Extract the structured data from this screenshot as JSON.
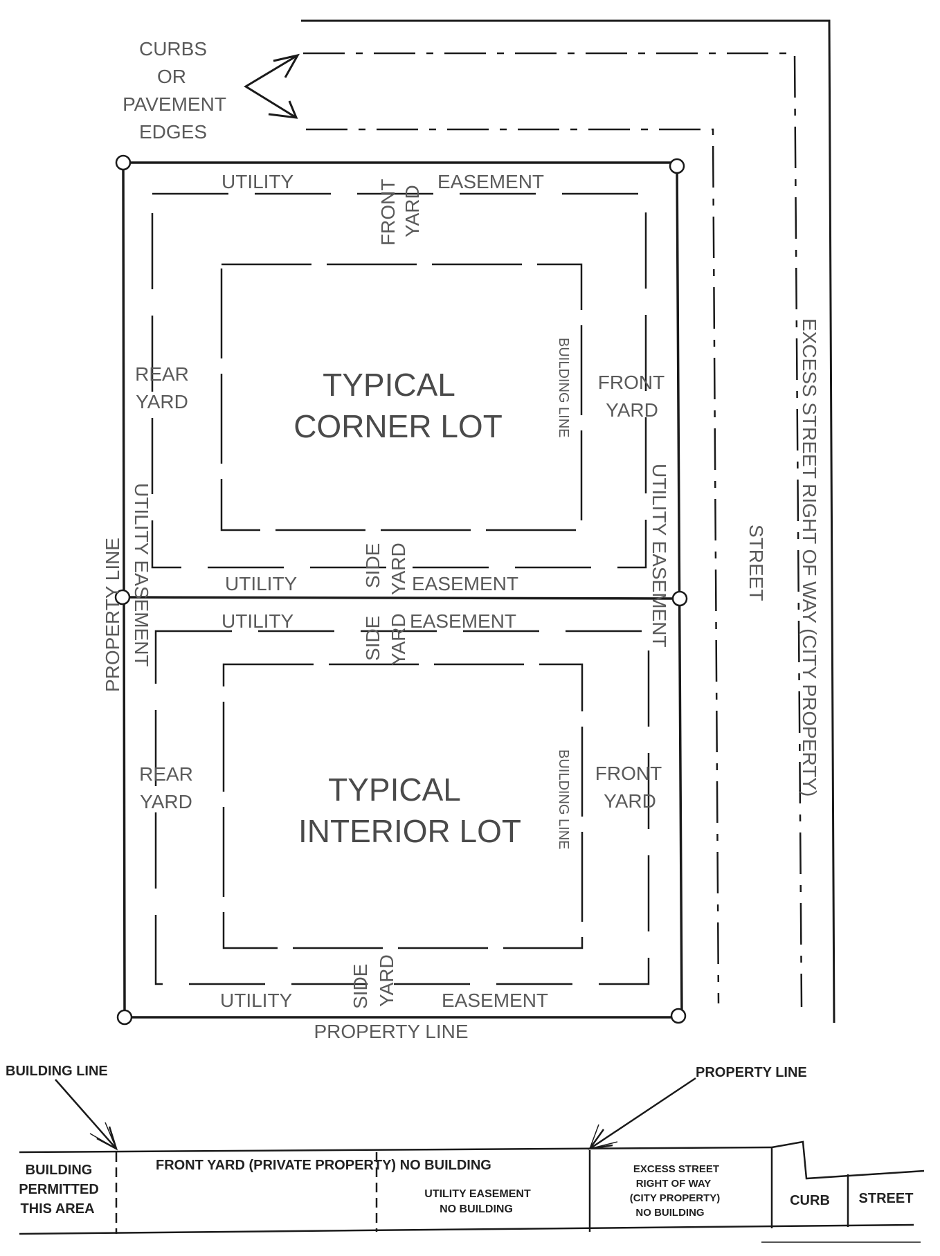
{
  "plan": {
    "curbs_label": [
      "CURBS",
      "OR",
      "PAVEMENT",
      "EDGES"
    ],
    "corner_lot": {
      "title_line1": "TYPICAL",
      "title_line2": "CORNER LOT",
      "top_utility": "UTILITY",
      "top_easement": "EASEMENT",
      "front_yard_top": [
        "FRONT",
        "YARD"
      ],
      "rear_yard": [
        "REAR",
        "YARD"
      ],
      "front_yard": [
        "FRONT",
        "YARD"
      ],
      "building_line": "BUILDING LINE",
      "bottom_utility": "UTILITY",
      "bottom_easement": "EASEMENT",
      "side_yard": [
        "SIDE",
        "YARD"
      ],
      "right_utility_easement": "UTILITY EASEMENT"
    },
    "interior_lot": {
      "title_line1": "TYPICAL",
      "title_line2": "INTERIOR LOT",
      "top_utility": "UTILITY",
      "top_easement": "EASEMENT",
      "side_yard_top": [
        "SIDE",
        "YARD"
      ],
      "rear_yard": [
        "REAR",
        "YARD"
      ],
      "front_yard": [
        "FRONT",
        "YARD"
      ],
      "building_line": "BUILDING LINE",
      "bottom_utility": "UTILITY",
      "bottom_easement": "EASEMENT",
      "side_yard_bottom": [
        "SIDE",
        "YARD"
      ]
    },
    "left_utility_easement": "UTILITY EASEMENT",
    "left_property_line": "PROPERTY LINE",
    "bottom_property_line": "PROPERTY LINE",
    "street": "STREET",
    "excess_row": "EXCESS STREET RIGHT OF WAY (CITY PROPERTY)"
  },
  "section": {
    "building_line_callout": "BUILDING LINE",
    "property_line_callout": "PROPERTY LINE",
    "building_permitted": [
      "BUILDING",
      "PERMITTED",
      "THIS AREA"
    ],
    "front_yard_private": "FRONT YARD (PRIVATE PROPERTY) NO BUILDING",
    "utility_easement": [
      "UTILITY EASEMENT",
      "NO BUILDING"
    ],
    "excess_street": [
      "EXCESS STREET",
      "RIGHT OF WAY",
      "(CITY PROPERTY)",
      "NO BUILDING"
    ],
    "curb": "CURB",
    "street": "STREET"
  }
}
